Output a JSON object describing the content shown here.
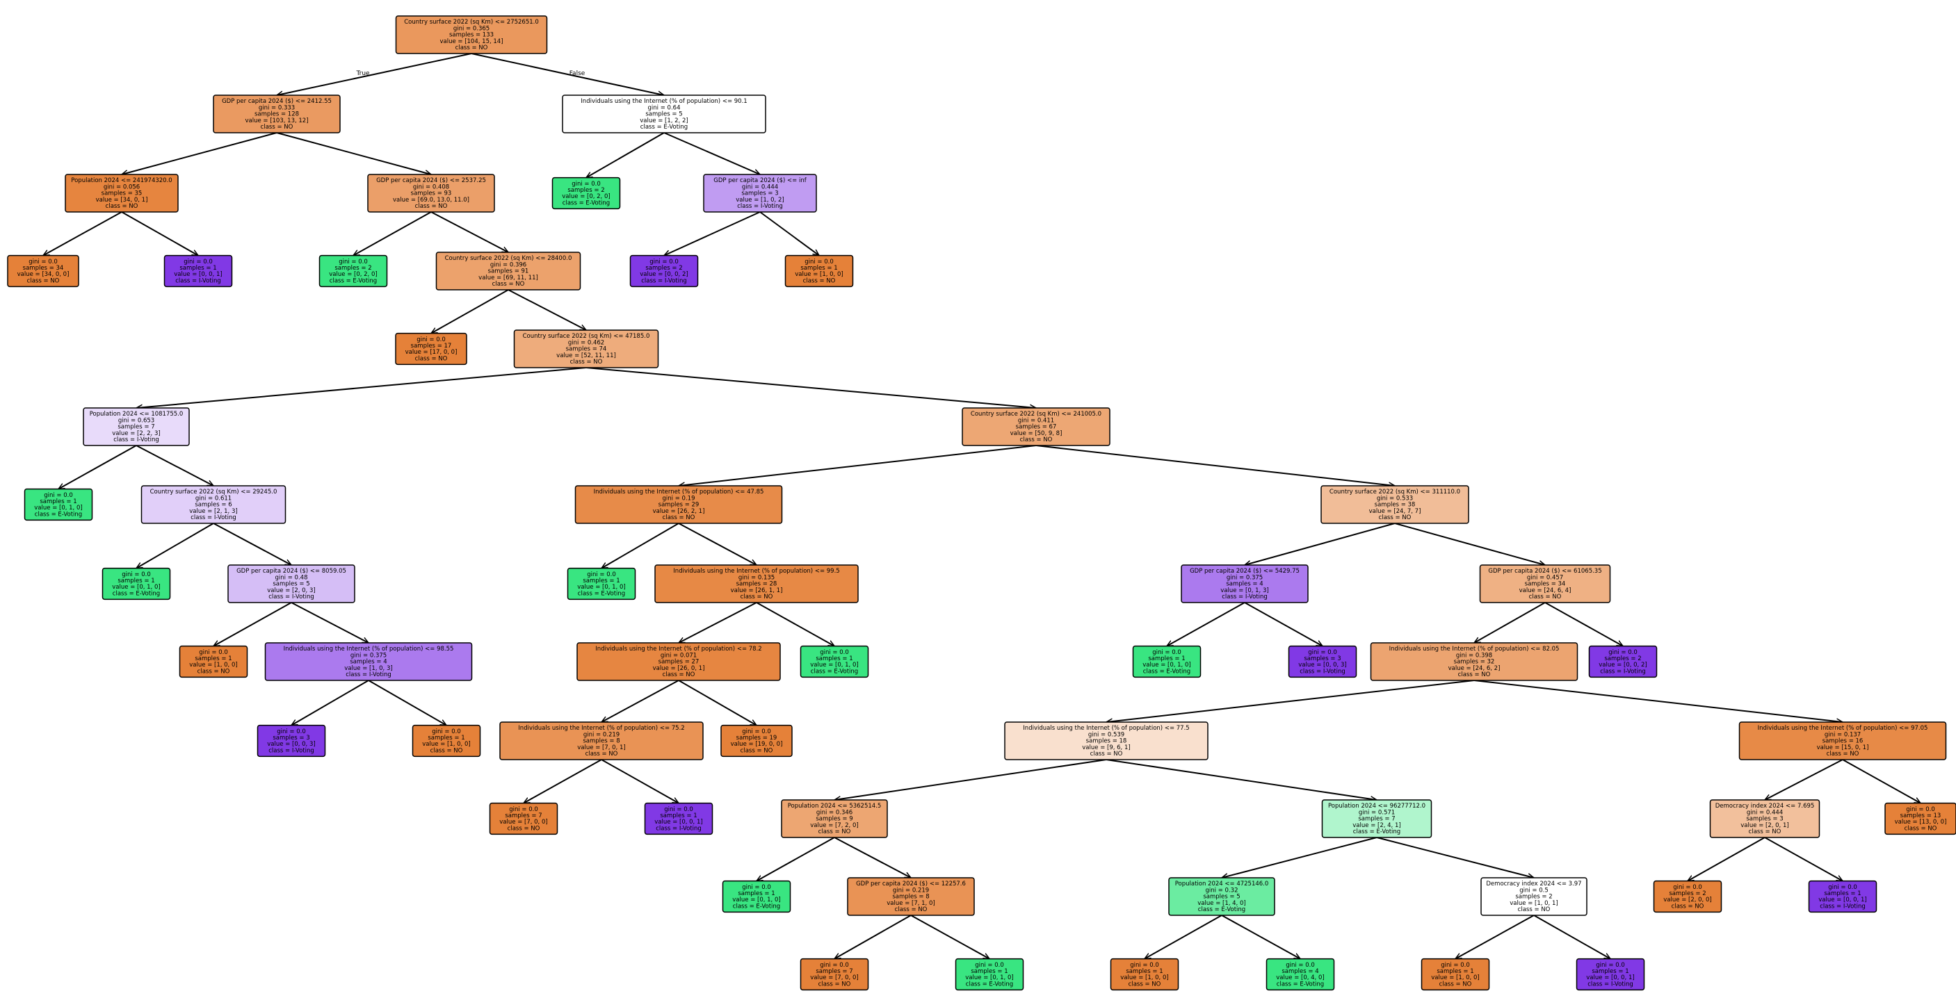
{
  "branch_labels": {
    "true": "True",
    "false": "False"
  },
  "class_colors": {
    "NO": "#e58139",
    "E-Voting": "#39e581",
    "I-Voting": "#8139e5"
  },
  "nodes": [
    {
      "id": 0,
      "parent": null,
      "lines": [
        "Country surface 2022 (sq Km) <= 2752651.0",
        "gini = 0.365",
        "samples = 133",
        "value = [104, 15, 14]",
        "class = NO"
      ],
      "cls": "NO",
      "purity": 0.82
    },
    {
      "id": 1,
      "parent": 0,
      "lines": [
        "GDP per capita 2024 ($) <= 2412.55",
        "gini = 0.333",
        "samples = 128",
        "value = [103, 13, 12]",
        "class = NO"
      ],
      "cls": "NO",
      "purity": 0.8
    },
    {
      "id": 2,
      "parent": 0,
      "lines": [
        "Individuals using the Internet (% of population) <= 90.1",
        "gini = 0.64",
        "samples = 5",
        "value = [1, 2, 2]",
        "class = E-Voting"
      ],
      "cls": "E-Voting",
      "purity": 0.0
    },
    {
      "id": 3,
      "parent": 1,
      "lines": [
        "Population 2024 <= 241974320.0",
        "gini = 0.056",
        "samples = 35",
        "value = [34, 0, 1]",
        "class = NO"
      ],
      "cls": "NO",
      "purity": 0.97
    },
    {
      "id": 4,
      "parent": 1,
      "lines": [
        "GDP per capita 2024 ($) <= 2537.25",
        "gini = 0.408",
        "samples = 93",
        "value = [69.0, 13.0, 11.0]",
        "class = NO"
      ],
      "cls": "NO",
      "purity": 0.76
    },
    {
      "id": 5,
      "parent": 2,
      "lines": [
        "gini = 0.0",
        "samples = 2",
        "value = [0, 2, 0]",
        "class = E-Voting"
      ],
      "cls": "E-Voting",
      "purity": 1.0
    },
    {
      "id": 6,
      "parent": 2,
      "lines": [
        "GDP per capita 2024 ($) <= inf",
        "gini = 0.444",
        "samples = 3",
        "value = [1, 0, 2]",
        "class = I-Voting"
      ],
      "cls": "I-Voting",
      "purity": 0.5
    },
    {
      "id": 7,
      "parent": 3,
      "lines": [
        "gini = 0.0",
        "samples = 34",
        "value = [34, 0, 0]",
        "class = NO"
      ],
      "cls": "NO",
      "purity": 1.0
    },
    {
      "id": 8,
      "parent": 3,
      "lines": [
        "gini = 0.0",
        "samples = 1",
        "value = [0, 0, 1]",
        "class = I-Voting"
      ],
      "cls": "I-Voting",
      "purity": 1.0
    },
    {
      "id": 9,
      "parent": 4,
      "lines": [
        "gini = 0.0",
        "samples = 2",
        "value = [0, 2, 0]",
        "class = E-Voting"
      ],
      "cls": "E-Voting",
      "purity": 1.0
    },
    {
      "id": 10,
      "parent": 4,
      "lines": [
        "Country surface 2022 (sq Km) <= 28400.0",
        "gini = 0.396",
        "samples = 91",
        "value = [69, 11, 11]",
        "class = NO"
      ],
      "cls": "NO",
      "purity": 0.74
    },
    {
      "id": 11,
      "parent": 6,
      "lines": [
        "gini = 0.0",
        "samples = 2",
        "value = [0, 0, 2]",
        "class = I-Voting"
      ],
      "cls": "I-Voting",
      "purity": 1.0
    },
    {
      "id": 12,
      "parent": 6,
      "lines": [
        "gini = 0.0",
        "samples = 1",
        "value = [1, 0, 0]",
        "class = NO"
      ],
      "cls": "NO",
      "purity": 1.0
    },
    {
      "id": 13,
      "parent": 10,
      "lines": [
        "gini = 0.0",
        "samples = 17",
        "value = [17, 0, 0]",
        "class = NO"
      ],
      "cls": "NO",
      "purity": 1.0
    },
    {
      "id": 14,
      "parent": 10,
      "lines": [
        "Country surface 2022 (sq Km) <= 47185.0",
        "gini = 0.462",
        "samples = 74",
        "value = [52, 11, 11]",
        "class = NO"
      ],
      "cls": "NO",
      "purity": 0.66
    },
    {
      "id": 15,
      "parent": 14,
      "lines": [
        "Population 2024 <= 1081755.0",
        "gini = 0.653",
        "samples = 7",
        "value = [2, 2, 3]",
        "class = I-Voting"
      ],
      "cls": "I-Voting",
      "purity": 0.18
    },
    {
      "id": 16,
      "parent": 14,
      "lines": [
        "Country surface 2022 (sq Km) <= 241005.0",
        "gini = 0.411",
        "samples = 67",
        "value = [50, 9, 8]",
        "class = NO"
      ],
      "cls": "NO",
      "purity": 0.7
    },
    {
      "id": 17,
      "parent": 15,
      "lines": [
        "gini = 0.0",
        "samples = 1",
        "value = [0, 1, 0]",
        "class = E-Voting"
      ],
      "cls": "E-Voting",
      "purity": 1.0
    },
    {
      "id": 18,
      "parent": 15,
      "lines": [
        "Country surface 2022 (sq Km) <= 29245.0",
        "gini = 0.611",
        "samples = 6",
        "value = [2, 1, 3]",
        "class = I-Voting"
      ],
      "cls": "I-Voting",
      "purity": 0.24
    },
    {
      "id": 19,
      "parent": 16,
      "lines": [
        "Individuals using the Internet (% of population) <= 47.85",
        "gini = 0.19",
        "samples = 29",
        "value = [26, 2, 1]",
        "class = NO"
      ],
      "cls": "NO",
      "purity": 0.92
    },
    {
      "id": 20,
      "parent": 16,
      "lines": [
        "Country surface 2022 (sq Km) <= 311110.0",
        "gini = 0.533",
        "samples = 38",
        "value = [24, 7, 7]",
        "class = NO"
      ],
      "cls": "NO",
      "purity": 0.52
    },
    {
      "id": 21,
      "parent": 18,
      "lines": [
        "gini = 0.0",
        "samples = 1",
        "value = [0, 1, 0]",
        "class = E-Voting"
      ],
      "cls": "E-Voting",
      "purity": 1.0
    },
    {
      "id": 22,
      "parent": 18,
      "lines": [
        "GDP per capita 2024 ($) <= 8059.05",
        "gini = 0.48",
        "samples = 5",
        "value = [2, 0, 3]",
        "class = I-Voting"
      ],
      "cls": "I-Voting",
      "purity": 0.33
    },
    {
      "id": 23,
      "parent": 19,
      "lines": [
        "gini = 0.0",
        "samples = 1",
        "value = [0, 1, 0]",
        "class = E-Voting"
      ],
      "cls": "E-Voting",
      "purity": 1.0
    },
    {
      "id": 24,
      "parent": 19,
      "lines": [
        "Individuals using the Internet (% of population) <= 99.5",
        "gini = 0.135",
        "samples = 28",
        "value = [26, 1, 1]",
        "class = NO"
      ],
      "cls": "NO",
      "purity": 0.94
    },
    {
      "id": 25,
      "parent": 20,
      "lines": [
        "GDP per capita 2024 ($) <= 5429.75",
        "gini = 0.375",
        "samples = 4",
        "value = [0, 1, 3]",
        "class = I-Voting"
      ],
      "cls": "I-Voting",
      "purity": 0.67
    },
    {
      "id": 26,
      "parent": 20,
      "lines": [
        "GDP per capita 2024 ($) <= 61065.35",
        "gini = 0.457",
        "samples = 34",
        "value = [24, 6, 4]",
        "class = NO"
      ],
      "cls": "NO",
      "purity": 0.62
    },
    {
      "id": 27,
      "parent": 22,
      "lines": [
        "gini = 0.0",
        "samples = 1",
        "value = [1, 0, 0]",
        "class = NO"
      ],
      "cls": "NO",
      "purity": 1.0
    },
    {
      "id": 28,
      "parent": 22,
      "lines": [
        "Individuals using the Internet (% of population) <= 98.55",
        "gini = 0.375",
        "samples = 4",
        "value = [1, 0, 3]",
        "class = I-Voting"
      ],
      "cls": "I-Voting",
      "purity": 0.67
    },
    {
      "id": 29,
      "parent": 24,
      "lines": [
        "Individuals using the Internet (% of population) <= 78.2",
        "gini = 0.071",
        "samples = 27",
        "value = [26, 0, 1]",
        "class = NO"
      ],
      "cls": "NO",
      "purity": 0.96
    },
    {
      "id": 30,
      "parent": 24,
      "lines": [
        "gini = 0.0",
        "samples = 1",
        "value = [0, 1, 0]",
        "class = E-Voting"
      ],
      "cls": "E-Voting",
      "purity": 1.0
    },
    {
      "id": 31,
      "parent": 25,
      "lines": [
        "gini = 0.0",
        "samples = 1",
        "value = [0, 1, 0]",
        "class = E-Voting"
      ],
      "cls": "E-Voting",
      "purity": 1.0
    },
    {
      "id": 32,
      "parent": 25,
      "lines": [
        "gini = 0.0",
        "samples = 3",
        "value = [0, 0, 3]",
        "class = I-Voting"
      ],
      "cls": "I-Voting",
      "purity": 1.0
    },
    {
      "id": 33,
      "parent": 26,
      "lines": [
        "Individuals using the Internet (% of population) <= 82.05",
        "gini = 0.398",
        "samples = 32",
        "value = [24, 6, 2]",
        "class = NO"
      ],
      "cls": "NO",
      "purity": 0.72
    },
    {
      "id": 34,
      "parent": 26,
      "lines": [
        "gini = 0.0",
        "samples = 2",
        "value = [0, 0, 2]",
        "class = I-Voting"
      ],
      "cls": "I-Voting",
      "purity": 1.0
    },
    {
      "id": 35,
      "parent": 28,
      "lines": [
        "gini = 0.0",
        "samples = 3",
        "value = [0, 0, 3]",
        "class = I-Voting"
      ],
      "cls": "I-Voting",
      "purity": 1.0
    },
    {
      "id": 36,
      "parent": 28,
      "lines": [
        "gini = 0.0",
        "samples = 1",
        "value = [1, 0, 0]",
        "class = NO"
      ],
      "cls": "NO",
      "purity": 1.0
    },
    {
      "id": 37,
      "parent": 29,
      "lines": [
        "Individuals using the Internet (% of population) <= 75.2",
        "gini = 0.219",
        "samples = 8",
        "value = [7, 0, 1]",
        "class = NO"
      ],
      "cls": "NO",
      "purity": 0.86
    },
    {
      "id": 38,
      "parent": 29,
      "lines": [
        "gini = 0.0",
        "samples = 19",
        "value = [19, 0, 0]",
        "class = NO"
      ],
      "cls": "NO",
      "purity": 1.0
    },
    {
      "id": 39,
      "parent": 33,
      "lines": [
        "Individuals using the Internet (% of population) <= 77.5",
        "gini = 0.539",
        "samples = 18",
        "value = [9, 6, 1]",
        "class = NO"
      ],
      "cls": "NO",
      "purity": 0.25
    },
    {
      "id": 40,
      "parent": 33,
      "lines": [
        "Individuals using the Internet (% of population) <= 97.05",
        "gini = 0.137",
        "samples = 16",
        "value = [15, 0, 1]",
        "class = NO"
      ],
      "cls": "NO",
      "purity": 0.93
    },
    {
      "id": 41,
      "parent": 37,
      "lines": [
        "gini = 0.0",
        "samples = 7",
        "value = [7, 0, 0]",
        "class = NO"
      ],
      "cls": "NO",
      "purity": 1.0
    },
    {
      "id": 42,
      "parent": 37,
      "lines": [
        "gini = 0.0",
        "samples = 1",
        "value = [0, 0, 1]",
        "class = I-Voting"
      ],
      "cls": "I-Voting",
      "purity": 1.0
    },
    {
      "id": 43,
      "parent": 39,
      "lines": [
        "Population 2024 <= 5362514.5",
        "gini = 0.346",
        "samples = 9",
        "value = [7, 2, 0]",
        "class = NO"
      ],
      "cls": "NO",
      "purity": 0.71
    },
    {
      "id": 44,
      "parent": 39,
      "lines": [
        "Population 2024 <= 96277712.0",
        "gini = 0.571",
        "samples = 7",
        "value = [2, 4, 1]",
        "class = E-Voting"
      ],
      "cls": "E-Voting",
      "purity": 0.4
    },
    {
      "id": 45,
      "parent": 40,
      "lines": [
        "Democracy index 2024 <= 7.695",
        "gini = 0.444",
        "samples = 3",
        "value = [2, 0, 1]",
        "class = NO"
      ],
      "cls": "NO",
      "purity": 0.5
    },
    {
      "id": 46,
      "parent": 40,
      "lines": [
        "gini = 0.0",
        "samples = 13",
        "value = [13, 0, 0]",
        "class = NO"
      ],
      "cls": "NO",
      "purity": 1.0
    },
    {
      "id": 47,
      "parent": 43,
      "lines": [
        "gini = 0.0",
        "samples = 1",
        "value = [0, 1, 0]",
        "class = E-Voting"
      ],
      "cls": "E-Voting",
      "purity": 1.0
    },
    {
      "id": 48,
      "parent": 43,
      "lines": [
        "GDP per capita 2024 ($) <= 12257.6",
        "gini = 0.219",
        "samples = 8",
        "value = [7, 1, 0]",
        "class = NO"
      ],
      "cls": "NO",
      "purity": 0.86
    },
    {
      "id": 49,
      "parent": 44,
      "lines": [
        "Population 2024 <= 4725146.0",
        "gini = 0.32",
        "samples = 5",
        "value = [1, 4, 0]",
        "class = E-Voting"
      ],
      "cls": "E-Voting",
      "purity": 0.75
    },
    {
      "id": 50,
      "parent": 44,
      "lines": [
        "Democracy index 2024 <= 3.97",
        "gini = 0.5",
        "samples = 2",
        "value = [1, 0, 1]",
        "class = NO"
      ],
      "cls": "NO",
      "purity": 0.0
    },
    {
      "id": 51,
      "parent": 45,
      "lines": [
        "gini = 0.0",
        "samples = 2",
        "value = [2, 0, 0]",
        "class = NO"
      ],
      "cls": "NO",
      "purity": 1.0
    },
    {
      "id": 52,
      "parent": 45,
      "lines": [
        "gini = 0.0",
        "samples = 1",
        "value = [0, 0, 1]",
        "class = I-Voting"
      ],
      "cls": "I-Voting",
      "purity": 1.0
    },
    {
      "id": 53,
      "parent": 48,
      "lines": [
        "gini = 0.0",
        "samples = 7",
        "value = [7, 0, 0]",
        "class = NO"
      ],
      "cls": "NO",
      "purity": 1.0
    },
    {
      "id": 54,
      "parent": 48,
      "lines": [
        "gini = 0.0",
        "samples = 1",
        "value = [0, 1, 0]",
        "class = E-Voting"
      ],
      "cls": "E-Voting",
      "purity": 1.0
    },
    {
      "id": 55,
      "parent": 49,
      "lines": [
        "gini = 0.0",
        "samples = 1",
        "value = [1, 0, 0]",
        "class = NO"
      ],
      "cls": "NO",
      "purity": 1.0
    },
    {
      "id": 56,
      "parent": 49,
      "lines": [
        "gini = 0.0",
        "samples = 4",
        "value = [0, 4, 0]",
        "class = E-Voting"
      ],
      "cls": "E-Voting",
      "purity": 1.0
    },
    {
      "id": 57,
      "parent": 50,
      "lines": [
        "gini = 0.0",
        "samples = 1",
        "value = [1, 0, 0]",
        "class = NO"
      ],
      "cls": "NO",
      "purity": 1.0
    },
    {
      "id": 58,
      "parent": 50,
      "lines": [
        "gini = 0.0",
        "samples = 1",
        "value = [0, 0, 1]",
        "class = I-Voting"
      ],
      "cls": "I-Voting",
      "purity": 1.0
    }
  ]
}
